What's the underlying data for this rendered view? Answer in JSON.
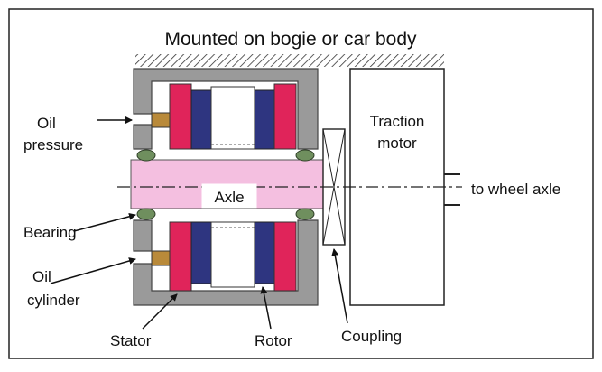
{
  "diagram": {
    "title": "Mounted on bogie or car body",
    "labels": {
      "oil_pressure_line1": "Oil",
      "oil_pressure_line2": "pressure",
      "bearing": "Bearing",
      "oil_cylinder_line1": "Oil",
      "oil_cylinder_line2": "cylinder",
      "stator": "Stator",
      "rotor": "Rotor",
      "coupling": "Coupling",
      "axle": "Axle",
      "traction_motor_line1": "Traction",
      "traction_motor_line2": "motor",
      "to_wheel_axle": "to wheel axle"
    },
    "colors": {
      "housing": "#9a9a9a",
      "axle": "#f4bfe0",
      "stator": "#e0245a",
      "rotor": "#2e3580",
      "piston": "#b98a3a",
      "bearing": "#6f8f5e"
    }
  }
}
